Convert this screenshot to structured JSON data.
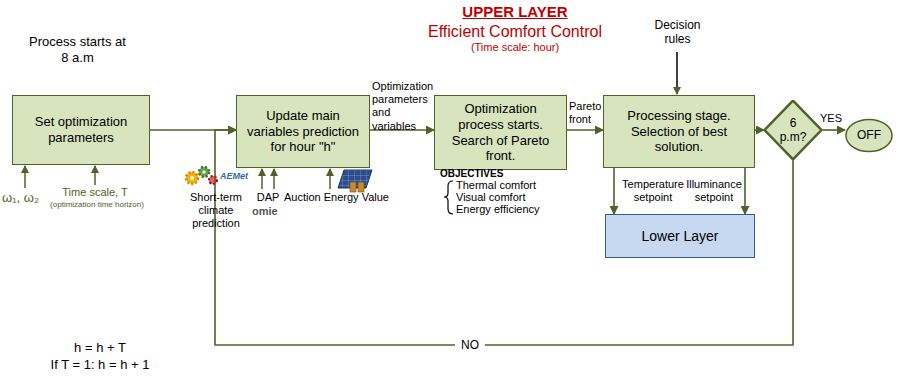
{
  "diagram": {
    "title": "UPPER LAYER",
    "nodes": [
      {
        "text": [
          "Set optimization parameters"
        ]
      },
      {
        "text": [
          "Update main variables prediction for hour \"h\""
        ]
      },
      {
        "text": [
          "Optimization process starts. Search of Pareto front."
        ]
      },
      {
        "text": [
          "Processing stage. Selection of best solution."
        ]
      },
      {
        "text": [
          "6 p.m?"
        ]
      },
      {
        "text": [
          "OFF"
        ]
      },
      {
        "text": [
          "Lower Layer"
        ]
      }
    ],
    "edges": [
      {
        "from": 0,
        "to": 1,
        "arrow": "to"
      },
      {
        "from": 1,
        "to": 2,
        "label": "Optimization parameters and variables",
        "arrow": "to"
      },
      {
        "from": 2,
        "to": 3,
        "label": "Pareto front",
        "arrow": "to"
      },
      {
        "from": 3,
        "to": 4,
        "arrow": "to"
      },
      {
        "from": 4,
        "to": 5,
        "label": "YES",
        "arrow": "to"
      },
      {
        "from": 3,
        "to": 6,
        "label": "Temperature setpoint",
        "arrow": "to"
      },
      {
        "from": 3,
        "to": 6,
        "label": "Illuminance setpoint",
        "arrow": "to"
      },
      {
        "from": 4,
        "to": 1,
        "label": "NO",
        "arrow": "to"
      }
    ],
    "labels": [
      "Efficient Comfort Control",
      "(Time scale: hour)",
      "Process starts at 8 a.m",
      "ω₁, ω₂",
      "Time scale, T",
      "(optimization time horizon)",
      "AEMet",
      "Short-term climate prediction",
      "omie",
      "DAP",
      "Auction Energy Value",
      "OBJECTIVES",
      "Thermal comfort",
      "Visual comfort",
      "Energy efficiency",
      "Decision rules",
      "h = h + T",
      "If T = 1: h = h + 1"
    ]
  }
}
